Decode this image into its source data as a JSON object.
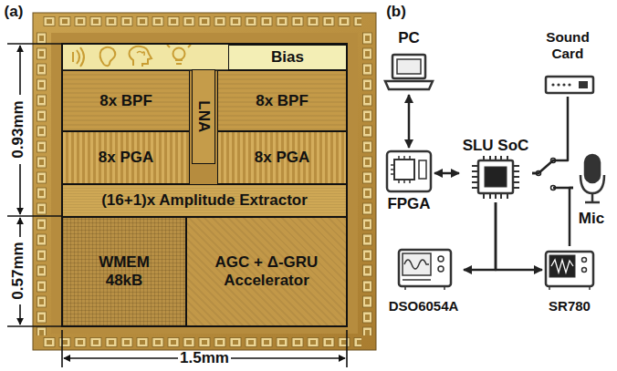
{
  "diagram": {
    "nodes": [
      {
        "text": [
          "Bias"
        ]
      },
      {
        "text": [
          "8x BPF"
        ]
      },
      {
        "text": [
          "LNA"
        ]
      },
      {
        "text": [
          "8x BPF"
        ]
      },
      {
        "text": [
          "8x PGA"
        ]
      },
      {
        "text": [
          "8x PGA"
        ]
      },
      {
        "text": [
          "(16+1)x Amplitude Extractor"
        ]
      },
      {
        "text": [
          "WMEM 48kB"
        ]
      },
      {
        "text": [
          "AGC + Δ-GRU Accelerator"
        ]
      },
      {
        "text": [
          "PC"
        ]
      },
      {
        "text": [
          "Sound Card"
        ]
      },
      {
        "text": [
          "FPGA"
        ]
      },
      {
        "text": [
          "SLU SoC"
        ]
      },
      {
        "text": [
          "Mic"
        ]
      },
      {
        "text": [
          "DSO6054A"
        ]
      },
      {
        "text": [
          "SR780"
        ]
      }
    ],
    "edges": [
      {
        "from": 9,
        "to": 11,
        "arrow": "both"
      },
      {
        "from": 11,
        "to": 12,
        "arrow": "both"
      },
      {
        "from": 12,
        "to": 14,
        "arrow": "to"
      },
      {
        "from": 12,
        "to": 15,
        "arrow": "to"
      },
      {
        "from": 10,
        "to": 12,
        "arrow": "none"
      },
      {
        "from": 13,
        "to": 12,
        "arrow": "none"
      },
      {
        "from": 13,
        "to": 15,
        "arrow": "none"
      }
    ],
    "labels": [
      "(a)",
      "0.93mm",
      "0.57mm",
      "1.5mm",
      "(b)"
    ]
  }
}
